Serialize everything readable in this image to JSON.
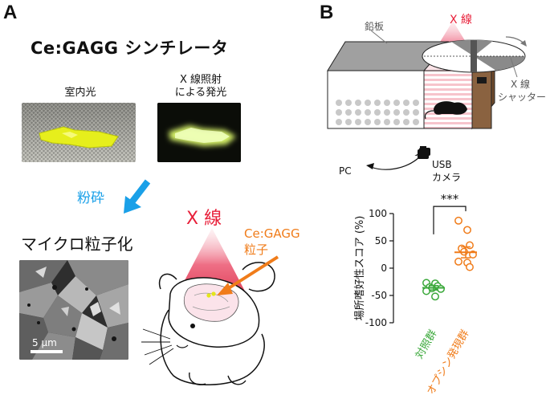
{
  "panel_a": {
    "letter": "A",
    "title": "Ce:GAGG シンチレータ",
    "room_light_label": "室内光",
    "xray_irradiation_label_line1": "X 線照射",
    "xray_irradiation_label_line2": "による発光",
    "crush_label": "粉砕",
    "microparticle_label": "マイクロ粒子化",
    "scale_bar_label": "5 μm",
    "xray_label": "X 線",
    "particle_label_line1": "Ce:GAGG",
    "particle_label_line2": "粒子"
  },
  "panel_b": {
    "letter": "B",
    "lead_plate_label": "鉛板",
    "xray_label": "X 線",
    "shutter_label_line1": "X 線",
    "shutter_label_line2": "シャッター",
    "usb_label": "USB",
    "camera_label": "カメラ",
    "pc_label": "PC"
  },
  "colors": {
    "xray_red": "#e8203a",
    "orange": "#f07c1a",
    "green": "#3aa83a",
    "blue": "#1aa0e8"
  },
  "chart_data": {
    "type": "scatter",
    "ylabel": "場所嗜好性スコア (%)",
    "ylim": [
      -100,
      100
    ],
    "yticks": [
      100,
      50,
      0,
      -50,
      -100
    ],
    "categories": [
      "対照群",
      "オプシン発現群"
    ],
    "significance": "***",
    "series": [
      {
        "name": "対照群",
        "color": "#3aa83a",
        "values": [
          -27,
          -28,
          -33,
          -35,
          -37,
          -38,
          -42,
          -52
        ],
        "mean": -36
      },
      {
        "name": "オプシン発現群",
        "color": "#f07c1a",
        "values": [
          87,
          70,
          42,
          36,
          30,
          25,
          12,
          10,
          2
        ],
        "mean": 29
      }
    ]
  }
}
